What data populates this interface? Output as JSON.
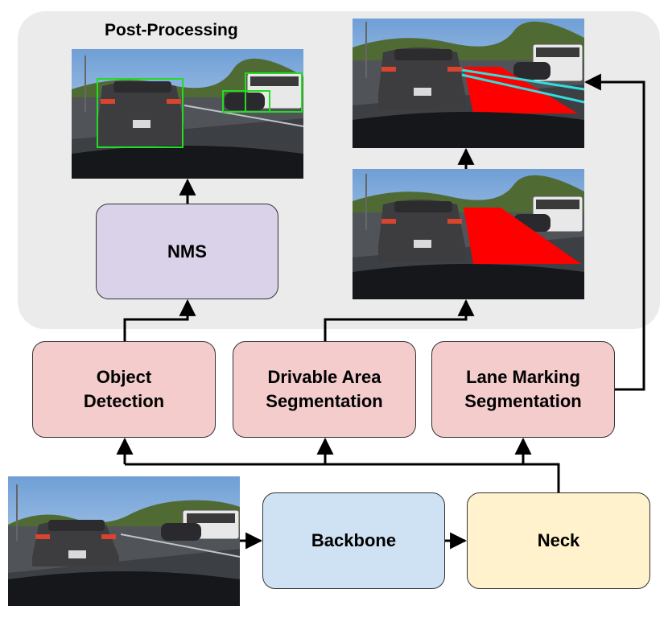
{
  "post_processing": {
    "title": "Post-Processing"
  },
  "boxes": {
    "nms": "NMS",
    "object_detection": "Object\nDetection",
    "drivable_area": "Drivable Area\nSegmentation",
    "lane_marking": "Lane Marking\nSegmentation",
    "backbone": "Backbone",
    "neck": "Neck"
  },
  "colors": {
    "head_fill": "#f4cccc",
    "nms_fill": "#d9d2e9",
    "backbone_fill": "#cfe2f3",
    "neck_fill": "#fff2cc",
    "region_fill": "#ebebeb",
    "detection_box": "#22dd22",
    "drivable_mask": "#ff0000",
    "lane_line": "#33dddd"
  }
}
